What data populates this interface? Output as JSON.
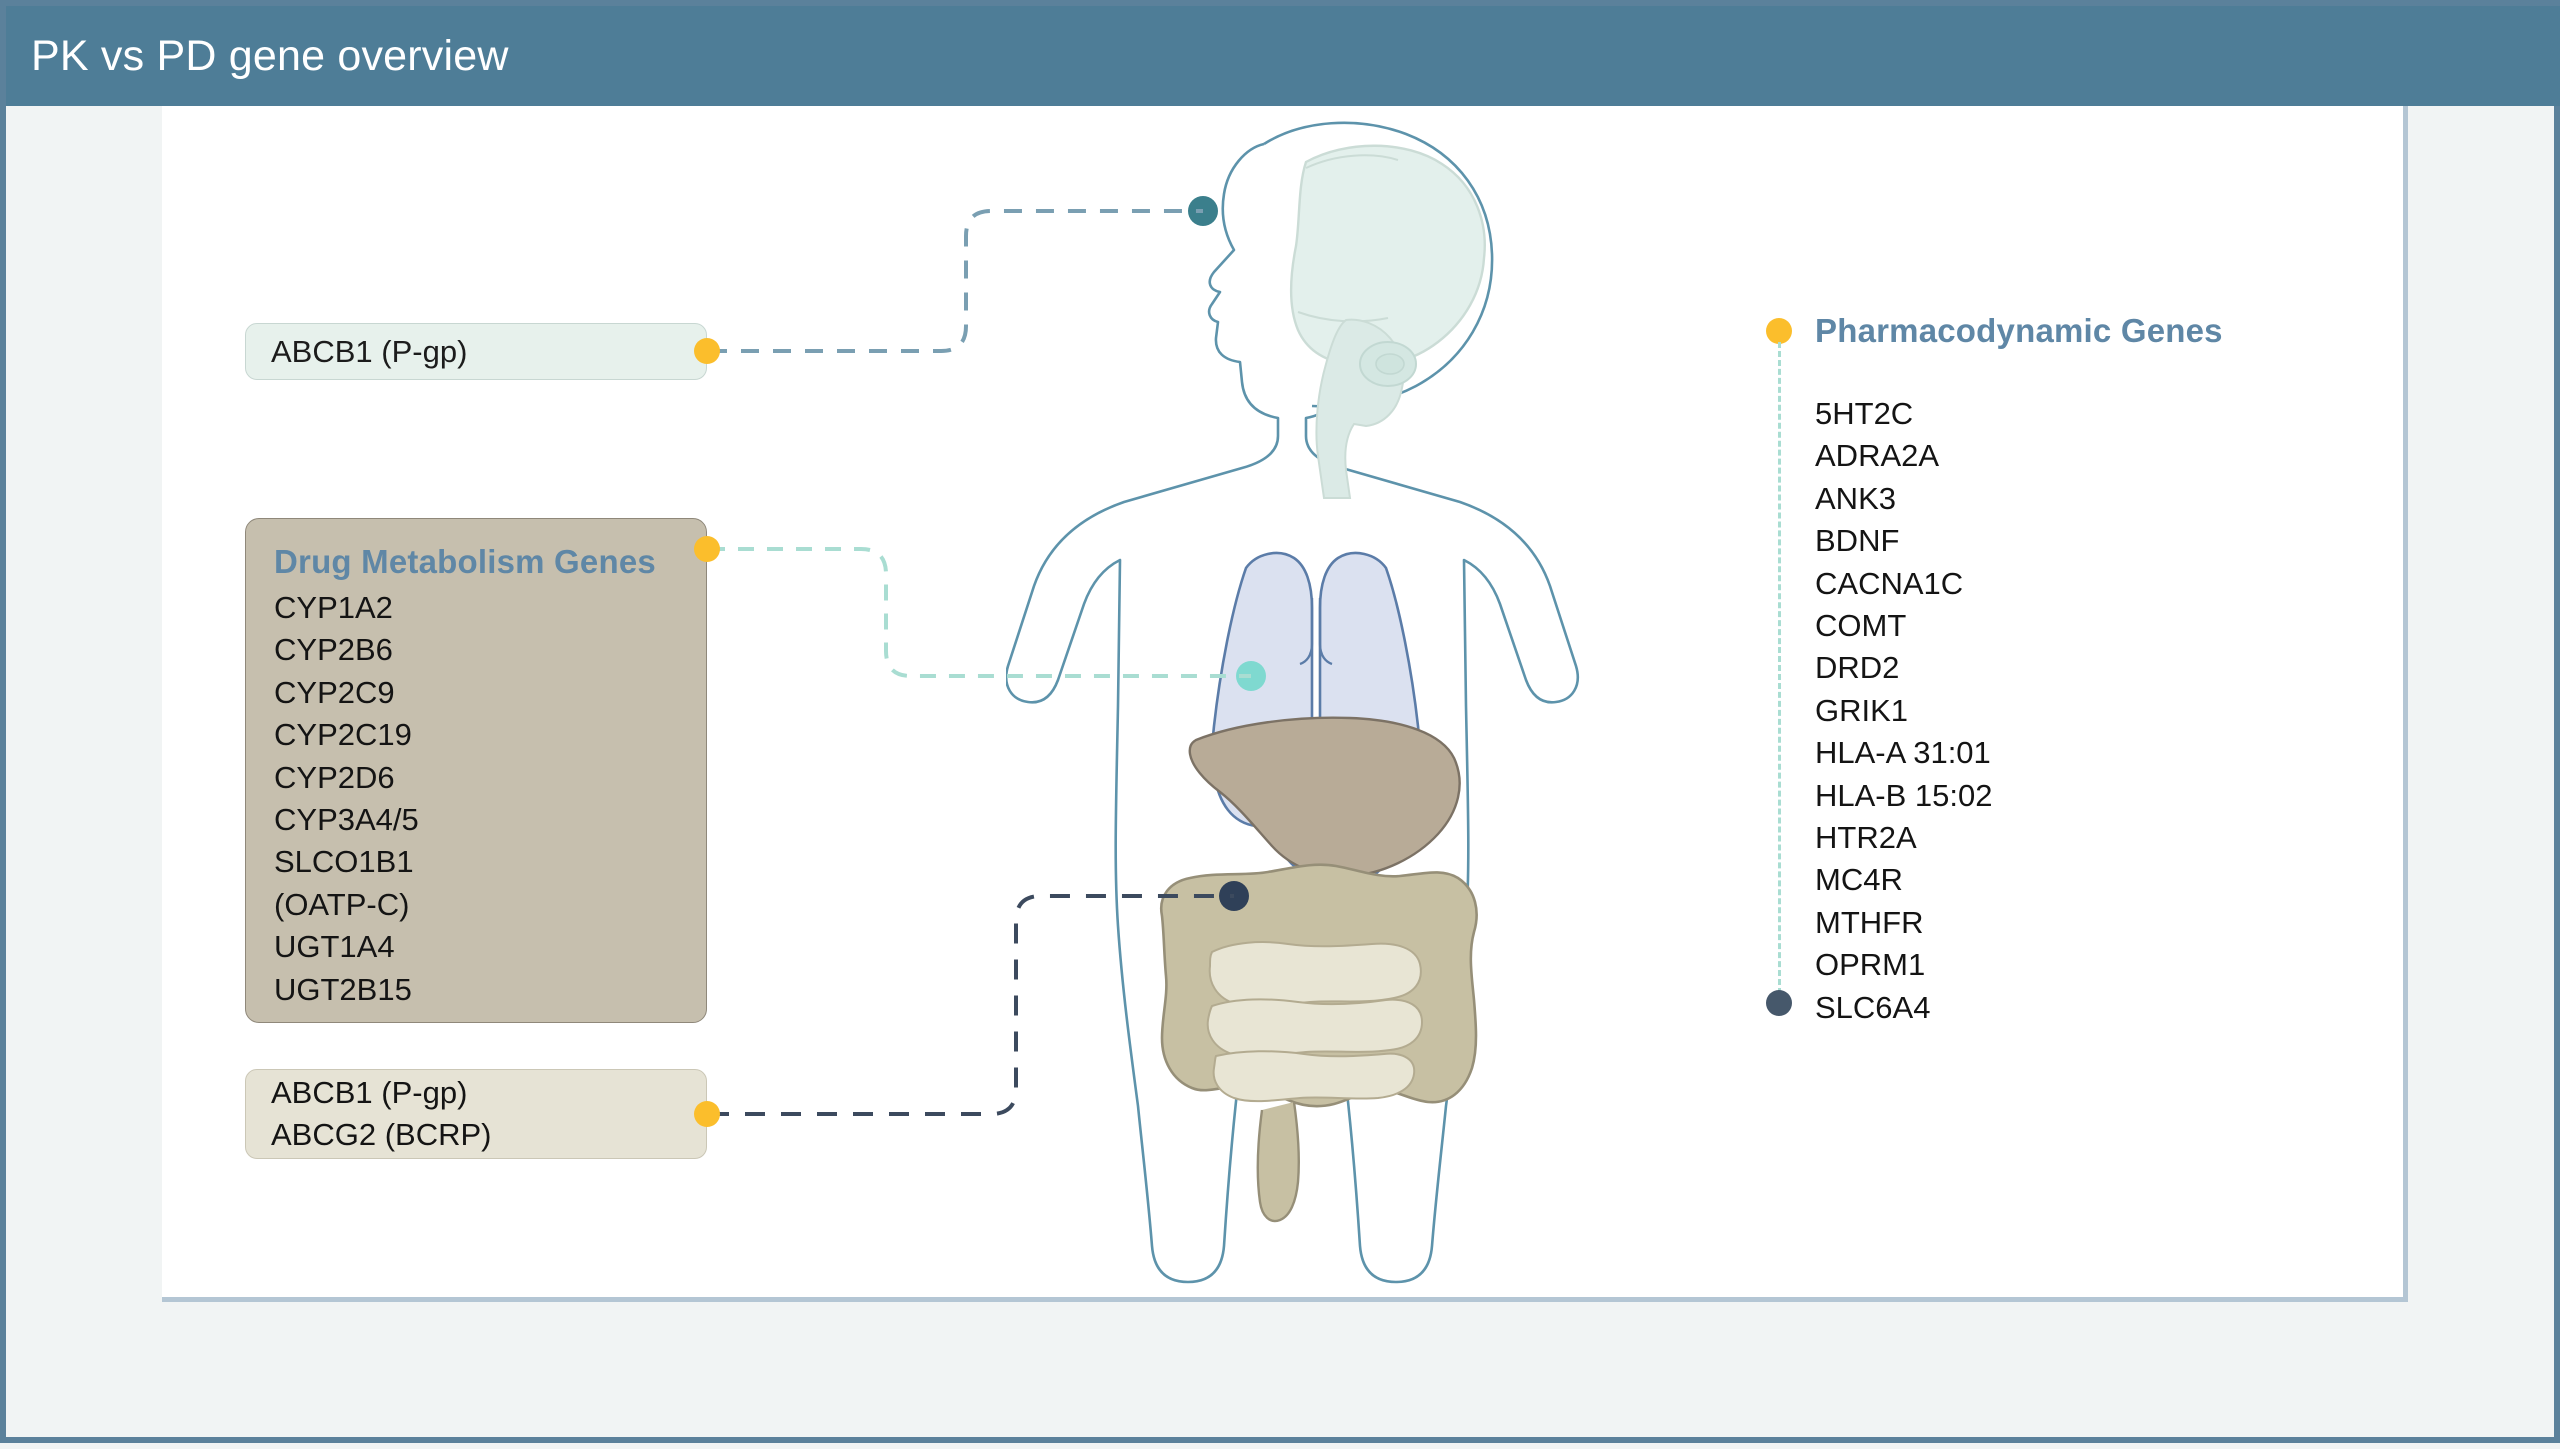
{
  "header": {
    "title": "PK vs PD gene overview",
    "background_color": "#4e7d97",
    "text_color": "#ffffff"
  },
  "colors": {
    "page_background": "#f1f4f4",
    "card_background": "#ffffff",
    "frame_border": "#5b819b",
    "accent_yellow": "#fbbe2c",
    "heading_blue": "#5f87a6",
    "navy_dot": "#46586b",
    "teal_dot": "#3b7f8c",
    "mint_dot": "#7fd9d0",
    "body_outline": "#5d93ab",
    "brain_fill": "#e3f0ec",
    "lung_fill": "#dbe1f0",
    "liver_fill": "#b8ab97",
    "intestine_fill": "#c7c0a3",
    "intestine_inner_fill": "#e8e5d4"
  },
  "left_panel": {
    "brain_box": {
      "name": "ABCB1 (P-gp) brain box",
      "lines": [
        "ABCB1 (P-gp)"
      ],
      "background_color": "#e7f1ec",
      "anchor_dot_color": "#fbbe2c"
    },
    "metabolism_box": {
      "title": "Drug Metabolism Genes",
      "background_color": "#c6bfae",
      "anchor_dot_color": "#fbbe2c",
      "genes": [
        "CYP1A2",
        "CYP2B6",
        "CYP2C9",
        "CYP2C19",
        "CYP2D6",
        "CYP3A4/5",
        "SLCO1B1",
        "(OATP-C)",
        "UGT1A4",
        "UGT2B15"
      ]
    },
    "efflux_box": {
      "name": "Intestinal efflux transporters box",
      "lines": [
        "ABCB1 (P-gp)",
        "ABCG2 (BCRP)"
      ],
      "background_color": "#e6e3d5",
      "anchor_dot_color": "#fbbe2c"
    }
  },
  "right_panel": {
    "title": "Pharmacodynamic Genes",
    "top_dot_color": "#fbbe2c",
    "bottom_dot_color": "#46586b",
    "connector_color": "#a9ddd2",
    "genes": [
      "5HT2C",
      "ADRA2A",
      "ANK3",
      "BDNF",
      "CACNA1C",
      "COMT",
      "DRD2",
      "GRIK1",
      "HLA-A 31:01",
      "HLA-B 15:02",
      "HTR2A",
      "MC4R",
      "MTHFR",
      "OPRM1",
      "SLC6A4"
    ]
  },
  "body_figure": {
    "name": "human-body-anatomy-diagram",
    "organs": [
      {
        "name": "brain",
        "marker_color": "#3b7f8c",
        "connected_to": "ABCB1 (P-gp)"
      },
      {
        "name": "lungs",
        "marker_color": null,
        "connected_to": null
      },
      {
        "name": "liver",
        "marker_color": "#7fd9d0",
        "connected_to": "Drug Metabolism Genes"
      },
      {
        "name": "intestines",
        "marker_color": "#2f4058",
        "connected_to": "ABCB1 (P-gp) / ABCG2 (BCRP)"
      }
    ]
  },
  "connectors": [
    {
      "name": "brain-connector",
      "from": "ABCB1 (P-gp) box",
      "to": "brain marker",
      "color": "#7a9fb2",
      "style": "dashed"
    },
    {
      "name": "liver-connector",
      "from": "Drug Metabolism Genes box",
      "to": "liver marker",
      "color": "#a9ddd2",
      "style": "dashed"
    },
    {
      "name": "intestine-connector",
      "from": "ABCG2 (BCRP) box",
      "to": "intestine marker",
      "color": "#3c4a5e",
      "style": "dashed"
    }
  ]
}
